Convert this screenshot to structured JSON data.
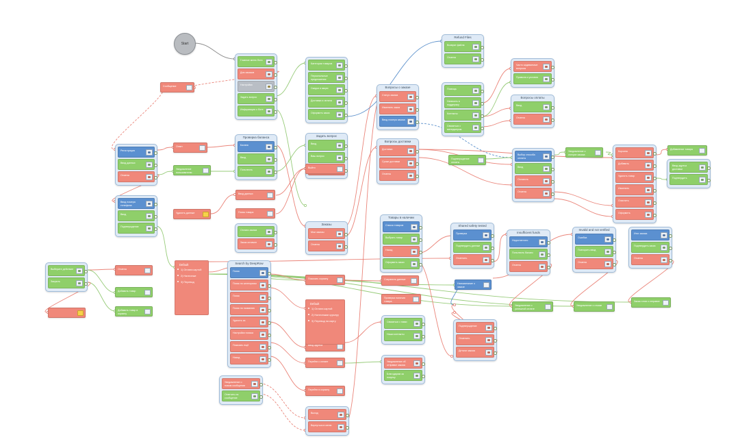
{
  "start": {
    "label": "Start"
  },
  "groups": [
    {
      "id": "g-main-menu",
      "title": "",
      "items": [
        {
          "label": "Главное меню бота",
          "color": "green",
          "icon": "square-icon"
        },
        {
          "label": "Для заказов",
          "color": "red",
          "icon": "doc-icon"
        },
        {
          "label": "Настройки",
          "color": "gray",
          "icon": "coins-icon"
        },
        {
          "label": "Задать вопрос",
          "color": "green",
          "icon": "chat-icon"
        },
        {
          "label": "Информация о боте",
          "color": "green",
          "icon": "target-icon"
        }
      ]
    },
    {
      "id": "g-categories",
      "title": "",
      "items": [
        {
          "label": "Категории товаров",
          "color": "green",
          "icon": "square-icon"
        },
        {
          "label": "Персональные предложения",
          "color": "green",
          "icon": "person-icon"
        },
        {
          "label": "Скидки и акции",
          "color": "green",
          "icon": "square-icon"
        },
        {
          "label": "Доставка и оплата",
          "color": "green",
          "icon": "square-icon"
        },
        {
          "label": "Оформить заказ",
          "color": "green",
          "icon": "square-icon"
        }
      ]
    },
    {
      "id": "g-ask",
      "title": "Задать вопрос",
      "items": [
        {
          "label": "Ввод",
          "color": "green",
          "icon": "pen-icon"
        },
        {
          "label": "Ваш вопрос",
          "color": "green",
          "icon": "pen-icon"
        },
        {
          "label": "Отмена",
          "color": "red",
          "icon": "doc-icon"
        }
      ]
    },
    {
      "id": "g-check",
      "title": "Проверка баланса",
      "items": [
        {
          "label": "Баланс",
          "color": "blue",
          "icon": "card-icon"
        },
        {
          "label": "Ввод",
          "color": "green",
          "icon": "pen-icon"
        },
        {
          "label": "Пополнить",
          "color": "green",
          "icon": "pen-icon"
        }
      ]
    },
    {
      "id": "g-left-1",
      "title": "",
      "items": [
        {
          "label": "Регистрация",
          "color": "blue",
          "icon": "card-icon"
        },
        {
          "label": "Ввод данных",
          "color": "green",
          "icon": "pen-icon"
        },
        {
          "label": "Отмена",
          "color": "red",
          "icon": "doc-icon"
        }
      ]
    },
    {
      "id": "g-left-2",
      "title": "",
      "items": [
        {
          "label": "Ввод номера телефона",
          "color": "blue",
          "icon": "card-icon"
        },
        {
          "label": "Ввод",
          "color": "green",
          "icon": "pen-icon"
        },
        {
          "label": "Подтверждение",
          "color": "green",
          "icon": "square-icon"
        }
      ]
    },
    {
      "id": "g-left-3",
      "title": "",
      "items": [
        {
          "label": "Оплата заказа",
          "color": "green",
          "icon": "square-icon"
        },
        {
          "label": "Заказ оплачен",
          "color": "red",
          "icon": "doc-icon"
        }
      ]
    },
    {
      "id": "g-search",
      "title": "Search by DeepRow",
      "items": [
        {
          "label": "Поиск",
          "color": "blue",
          "icon": "card-icon"
        },
        {
          "label": "Поиск по категориям",
          "color": "red",
          "icon": "doc-icon"
        },
        {
          "label": "Поиск",
          "color": "red",
          "icon": "doc-icon"
        },
        {
          "label": "Поиск по названию",
          "color": "red",
          "icon": "doc-icon"
        },
        {
          "label": "Удалить из",
          "color": "red",
          "icon": "doc-icon"
        },
        {
          "label": "Настройки поиска",
          "color": "red",
          "icon": "note-icon"
        },
        {
          "label": "Показать ещё",
          "color": "red",
          "icon": "doc-icon"
        },
        {
          "label": "Назад",
          "color": "red",
          "icon": "doc-icon"
        }
      ]
    },
    {
      "id": "g-info",
      "title": "",
      "items": [
        {
          "label": "Информация о магазине",
          "color": "green",
          "icon": "square-icon"
        },
        {
          "label": "Контакты",
          "color": "red",
          "icon": "note-icon"
        }
      ]
    },
    {
      "id": "g-orders",
      "title": "Заказы",
      "items": [
        {
          "label": "Мои заказы",
          "color": "red",
          "icon": "doc-icon"
        },
        {
          "label": "Отмена",
          "color": "red",
          "icon": "doc-icon"
        }
      ]
    },
    {
      "id": "g-order-questions",
      "title": "Вопросы о заказе",
      "items": [
        {
          "label": "Статус заказа",
          "color": "red",
          "icon": "gear-icon"
        },
        {
          "label": "Изменить заказ",
          "color": "red",
          "icon": "target-icon"
        },
        {
          "label": "Ввод номера заказа",
          "color": "blue",
          "icon": "card-icon"
        }
      ]
    },
    {
      "id": "g-delivery",
      "title": "Вопросы доставки",
      "items": [
        {
          "label": "Доставка",
          "color": "red",
          "icon": "doc-icon"
        },
        {
          "label": "Сроки доставки",
          "color": "red",
          "icon": "doc-icon"
        },
        {
          "label": "Отмена",
          "color": "red",
          "icon": "doc-icon"
        }
      ]
    },
    {
      "id": "g-product",
      "title": "Товары в наличии",
      "items": [
        {
          "label": "Список товаров",
          "color": "blue",
          "icon": "card-icon"
        },
        {
          "label": "Выбрать товар",
          "color": "green",
          "icon": "pen-icon"
        },
        {
          "label": "Назад",
          "color": "red",
          "icon": "doc-icon"
        },
        {
          "label": "Оформить заказ",
          "color": "green",
          "icon": "doc-icon"
        }
      ]
    },
    {
      "id": "g-refund",
      "title": "Refund Files",
      "items": [
        {
          "label": "Возврат файла",
          "color": "green",
          "icon": "doc-icon"
        },
        {
          "label": "Отмена",
          "color": "green",
          "icon": "pen-icon"
        }
      ]
    },
    {
      "id": "g-support",
      "title": "",
      "items": [
        {
          "label": "Помощь",
          "color": "green",
          "icon": "pen-icon"
        },
        {
          "label": "Написать в поддержку",
          "color": "green",
          "icon": "target-icon"
        },
        {
          "label": "Контакты",
          "color": "green",
          "icon": "pen-icon"
        },
        {
          "label": "Связаться с менеджером",
          "color": "green",
          "icon": "square-icon"
        }
      ]
    },
    {
      "id": "g-right-1",
      "title": "",
      "items": [
        {
          "label": "Часто задаваемые вопросы",
          "color": "red",
          "icon": "doc-icon"
        },
        {
          "label": "Правила и условия",
          "color": "green",
          "icon": "target-icon"
        }
      ]
    },
    {
      "id": "g-right-2",
      "title": "Вопросы оплаты",
      "items": [
        {
          "label": "Ввод",
          "color": "green",
          "icon": "pen-icon"
        },
        {
          "label": "Отмена",
          "color": "red",
          "icon": "doc-icon"
        }
      ]
    },
    {
      "id": "g-payment",
      "title": "",
      "items": [
        {
          "label": "Выбор способа оплаты",
          "color": "blue",
          "icon": "card-icon"
        },
        {
          "label": "Ввод",
          "color": "green",
          "icon": "pen-icon"
        },
        {
          "label": "Оплатить",
          "color": "red",
          "icon": "doc-icon"
        },
        {
          "label": "Отмена",
          "color": "red",
          "icon": "doc-icon"
        }
      ]
    },
    {
      "id": "g-cart",
      "title": "",
      "items": [
        {
          "label": "Корзина",
          "color": "red",
          "icon": "doc-icon"
        },
        {
          "label": "Добавить",
          "color": "red",
          "icon": "pen-icon"
        },
        {
          "label": "Удалить товар",
          "color": "red",
          "icon": "pen-icon"
        },
        {
          "label": "Изменить",
          "color": "red",
          "icon": "doc-icon"
        },
        {
          "label": "Очистить",
          "color": "red",
          "icon": "doc-icon"
        },
        {
          "label": "Оформить",
          "color": "red",
          "icon": "doc-icon"
        }
      ]
    },
    {
      "id": "g-far-right",
      "title": "",
      "items": [
        {
          "label": "Ввод адреса доставки",
          "color": "green",
          "icon": "card-icon"
        },
        {
          "label": "Подтвердить",
          "color": "green",
          "icon": "pen-icon"
        }
      ]
    },
    {
      "id": "g-shared",
      "title": "Shared safety tested",
      "items": [
        {
          "label": "Проверка",
          "color": "blue",
          "icon": "card-icon"
        },
        {
          "label": "Подтвердить данные",
          "color": "green",
          "icon": "pen-icon"
        },
        {
          "label": "Отменить",
          "color": "red",
          "icon": "doc-icon"
        }
      ]
    },
    {
      "id": "g-insufficient",
      "title": "Insufficient funds",
      "items": [
        {
          "label": "Недостаточно",
          "color": "blue",
          "icon": "card-icon"
        },
        {
          "label": "Пополнить баланс",
          "color": "green",
          "icon": "pen-icon"
        },
        {
          "label": "Отмена",
          "color": "red",
          "icon": "doc-icon"
        }
      ]
    },
    {
      "id": "g-unfulfilled",
      "title": "Invalid and not verified",
      "items": [
        {
          "label": "Ошибка",
          "color": "blue",
          "icon": "card-icon"
        },
        {
          "label": "Повторить ввод",
          "color": "green",
          "icon": "pen-icon"
        },
        {
          "label": "Отмена",
          "color": "red",
          "icon": "doc-icon"
        }
      ]
    },
    {
      "id": "g-final-right",
      "title": "",
      "items": [
        {
          "label": "Итог заказа",
          "color": "blue",
          "icon": "card-icon"
        },
        {
          "label": "Подтвердить заказ",
          "color": "green",
          "icon": "pen-icon"
        },
        {
          "label": "Отмена",
          "color": "red",
          "icon": "doc-icon"
        }
      ]
    },
    {
      "id": "g-contacts",
      "title": "",
      "items": [
        {
          "label": "Связаться с нами",
          "color": "green",
          "icon": "target-icon"
        },
        {
          "label": "Наши контакты",
          "color": "green",
          "icon": "person-icon"
        }
      ]
    },
    {
      "id": "g-notes",
      "title": "",
      "items": [
        {
          "label": "Уведомление об отправке заказа",
          "color": "red",
          "icon": "note-icon"
        },
        {
          "label": "Благодарим за покупку",
          "color": "green",
          "icon": "square-icon"
        }
      ]
    },
    {
      "id": "g-confirm",
      "title": "",
      "items": [
        {
          "label": "Подтверждение",
          "color": "red",
          "icon": "doc-icon"
        },
        {
          "label": "Отменить",
          "color": "red",
          "icon": "doc-icon"
        },
        {
          "label": "Детали заказа",
          "color": "red",
          "icon": "doc-icon"
        }
      ]
    },
    {
      "id": "g-bottom",
      "title": "",
      "items": [
        {
          "label": "Выход",
          "color": "red",
          "icon": "doc-icon"
        },
        {
          "label": "Вернуться в меню",
          "color": "red",
          "icon": "doc-icon"
        }
      ]
    },
    {
      "id": "g-bottom-left",
      "title": "",
      "items": [
        {
          "label": "Уведомление о новом сообщении",
          "color": "red",
          "icon": "note-icon"
        },
        {
          "label": "Ответить на сообщение",
          "color": "green",
          "icon": "square-icon"
        }
      ]
    },
    {
      "id": "g-entry",
      "title": "",
      "items": [
        {
          "label": "Выберите действие",
          "color": "green",
          "icon": "square-icon"
        },
        {
          "label": "Закрыть",
          "color": "green",
          "icon": "doc-icon"
        }
      ]
    }
  ],
  "singles": [
    {
      "id": "s-1",
      "label": "Сообщение",
      "color": "red",
      "icon": "doc-icon"
    },
    {
      "id": "s-2",
      "label": "Ответ",
      "color": "red",
      "icon": "doc-icon"
    },
    {
      "id": "s-3",
      "label": "Уведомление пользователю",
      "color": "green",
      "icon": "square-icon"
    },
    {
      "id": "s-4",
      "label": "Ввод данных",
      "color": "red",
      "icon": "doc-icon"
    },
    {
      "id": "s-5",
      "label": "Удалить данные",
      "color": "red",
      "icon": "note-icon"
    },
    {
      "id": "s-6",
      "label": "Поиск товара",
      "color": "red",
      "icon": "doc-icon"
    },
    {
      "id": "s-7",
      "label": "Выйти",
      "color": "red",
      "icon": "doc-icon"
    },
    {
      "id": "s-8",
      "label": "Отмена",
      "color": "red",
      "icon": "doc-icon"
    },
    {
      "id": "s-9",
      "label": "Добавить товар",
      "color": "green",
      "icon": "target-icon"
    },
    {
      "id": "s-10",
      "label": "Добавить товар в корзину",
      "color": "green",
      "icon": "target-icon"
    },
    {
      "id": "s-11",
      "label": "",
      "color": "red",
      "icon": "note-icon"
    },
    {
      "id": "s-12",
      "label": "Показать корзину",
      "color": "red",
      "icon": "doc-icon"
    },
    {
      "id": "s-13",
      "label": "Ввод адреса",
      "color": "red",
      "icon": "doc-icon"
    },
    {
      "id": "s-14",
      "label": "Перейти к оплате",
      "color": "red",
      "icon": "doc-icon"
    },
    {
      "id": "s-15",
      "label": "Перейти в корзину",
      "color": "red",
      "icon": "doc-icon"
    },
    {
      "id": "s-16",
      "label": "Сохранить данные",
      "color": "red",
      "icon": "doc-icon"
    },
    {
      "id": "s-17",
      "label": "Подтверждение оплаты",
      "color": "green",
      "icon": "target-icon"
    },
    {
      "id": "s-18",
      "label": "Проверка наличия товара",
      "color": "red",
      "icon": "doc-icon"
    },
    {
      "id": "s-19",
      "label": "Проверка",
      "color": "red",
      "icon": "doc-icon"
    },
    {
      "id": "s-20",
      "label": "Уведомление о статусе заказа",
      "color": "green",
      "icon": "square-icon"
    },
    {
      "id": "s-21",
      "label": "Добавление товара",
      "color": "green",
      "icon": "card-icon"
    },
    {
      "id": "s-22",
      "label": "Уведомление о успешной оплате",
      "color": "green",
      "icon": "square-icon"
    },
    {
      "id": "s-23",
      "label": "Уведомление о отказе",
      "color": "green",
      "icon": "square-icon"
    },
    {
      "id": "s-24",
      "label": "Заказ готов к отправке",
      "color": "green",
      "icon": "square-icon"
    },
    {
      "id": "s-25",
      "label": "Напоминание о заказе",
      "color": "blue",
      "icon": "doc-icon"
    }
  ],
  "defaults": [
    {
      "id": "d-1",
      "title": "Default",
      "options": [
        "1) Оплата картой",
        "2) Наличные",
        "3) Перевод"
      ]
    },
    {
      "id": "d-2",
      "title": "Default",
      "options": [
        "1) Оплата картой",
        "2) Наличными курьеру",
        "3) Перевод на карту"
      ]
    }
  ],
  "colors": {
    "green": "#8fcf6a",
    "red": "#f0887a",
    "blue": "#5b90d0",
    "gray": "#b9bec5",
    "wire_green": "#8cc56a",
    "wire_red": "#e8776a",
    "wire_blue": "#4d86c6",
    "wire_gray": "#7f7f7f"
  }
}
